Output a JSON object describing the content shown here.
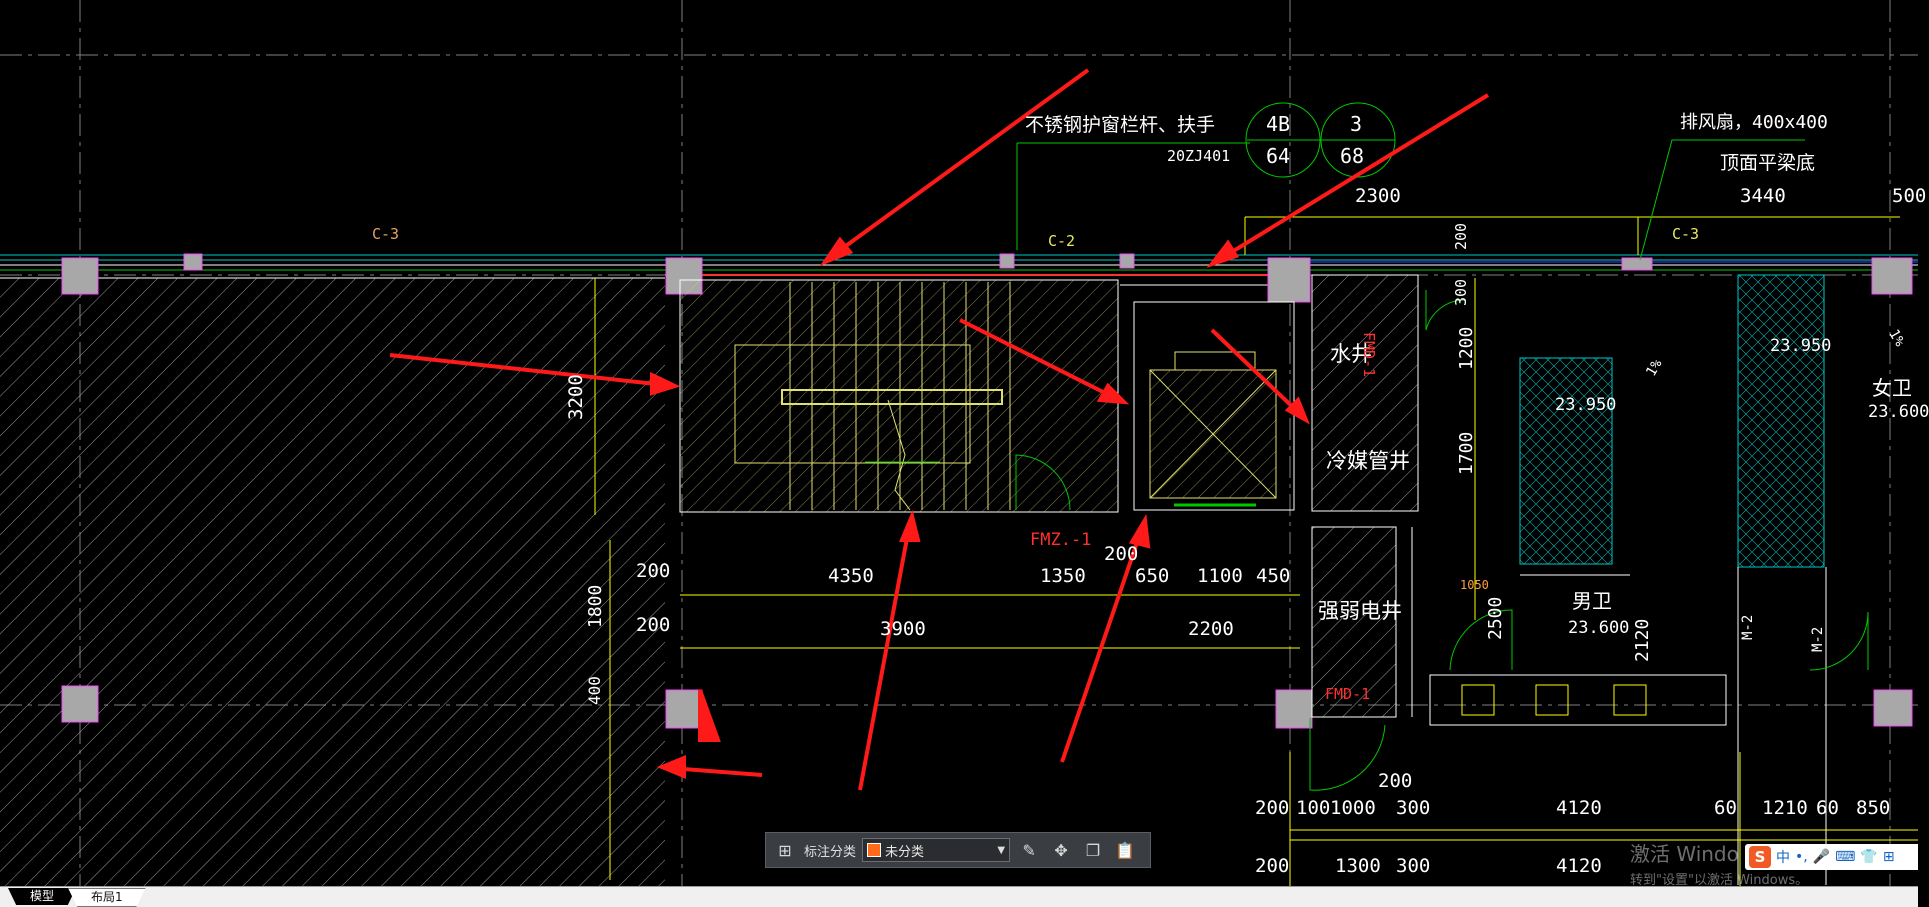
{
  "drawing": {
    "annotations": {
      "railing_note": "不锈钢护窗栏杆、扶手",
      "railing_ref": "20ZJ401",
      "detail_a_top": "4B",
      "detail_a_bottom": "64",
      "detail_b_top": "3",
      "detail_b_bottom": "68",
      "fan_note": "排风扇，400x400",
      "fan_note_2": "顶面平梁底"
    },
    "room_labels": {
      "water_well": "水井",
      "refrigerant_well": "冷媒管井",
      "power_well": "强弱电井",
      "mens_wc": "男卫",
      "womens_wc": "女卫"
    },
    "elevations": {
      "mens_floor": "23.600",
      "mens_stall": "23.950",
      "womens_stall": "23.950",
      "womens_floor": "23.600"
    },
    "window_tags": {
      "c3_left": "C-3",
      "c2": "C-2",
      "c3_right": "C-3"
    },
    "door_tags": {
      "fmz": "FMZ.-1",
      "fmd_top": "FMD-1",
      "fmd_bottom": "FMD-1",
      "m2_left": "M-2",
      "m2_right": "M-2"
    },
    "dimensions": {
      "d2300": "2300",
      "d3440": "3440",
      "d500": "500",
      "d200_top": "200",
      "d3200": "3200",
      "d300": "300",
      "d1200": "1200",
      "d1700": "1700",
      "d200_a": "200",
      "d200_b": "200",
      "d1800": "1800",
      "d400": "400",
      "d4350": "4350",
      "d1350": "1350",
      "d200_c": "200",
      "d650": "650",
      "d1100": "1100",
      "d450": "450",
      "d3900": "3900",
      "d2200": "2200",
      "d1050": "1050",
      "d2500": "2500",
      "d2120": "2120",
      "slope_a": "1%",
      "slope_b": "1%",
      "b200_a": "200",
      "b100": "100",
      "b1000": "1000",
      "b300_a": "300",
      "b4120_a": "4120",
      "b60_a": "60",
      "b1210": "1210",
      "b60_b": "60",
      "b850": "850",
      "c200_top": "200",
      "c200": "200",
      "c1300": "1300",
      "c300": "300",
      "c4120": "4120"
    }
  },
  "toolbar": {
    "category_label": "标注分类",
    "category_value": "未分类",
    "category_color": "#ff6a1a"
  },
  "tabs": {
    "model": "模型",
    "layout1": "布局1"
  },
  "watermark": {
    "title": "激活 Windo",
    "subtitle": "转到\"设置\"以激活 Windows。"
  },
  "ime": {
    "lang": "中",
    "punct": "•,",
    "mic": "🎤",
    "keyboard": "⌨",
    "shirt": "👕",
    "grid": "⊞"
  },
  "colors": {
    "wall": "#ffffff",
    "dimension": "#ffff00",
    "annotation": "#00ff00",
    "hatch": "#c8c8c8",
    "column": "#a8a8a8",
    "arrow": "#ff2020",
    "axis": "#888888"
  }
}
